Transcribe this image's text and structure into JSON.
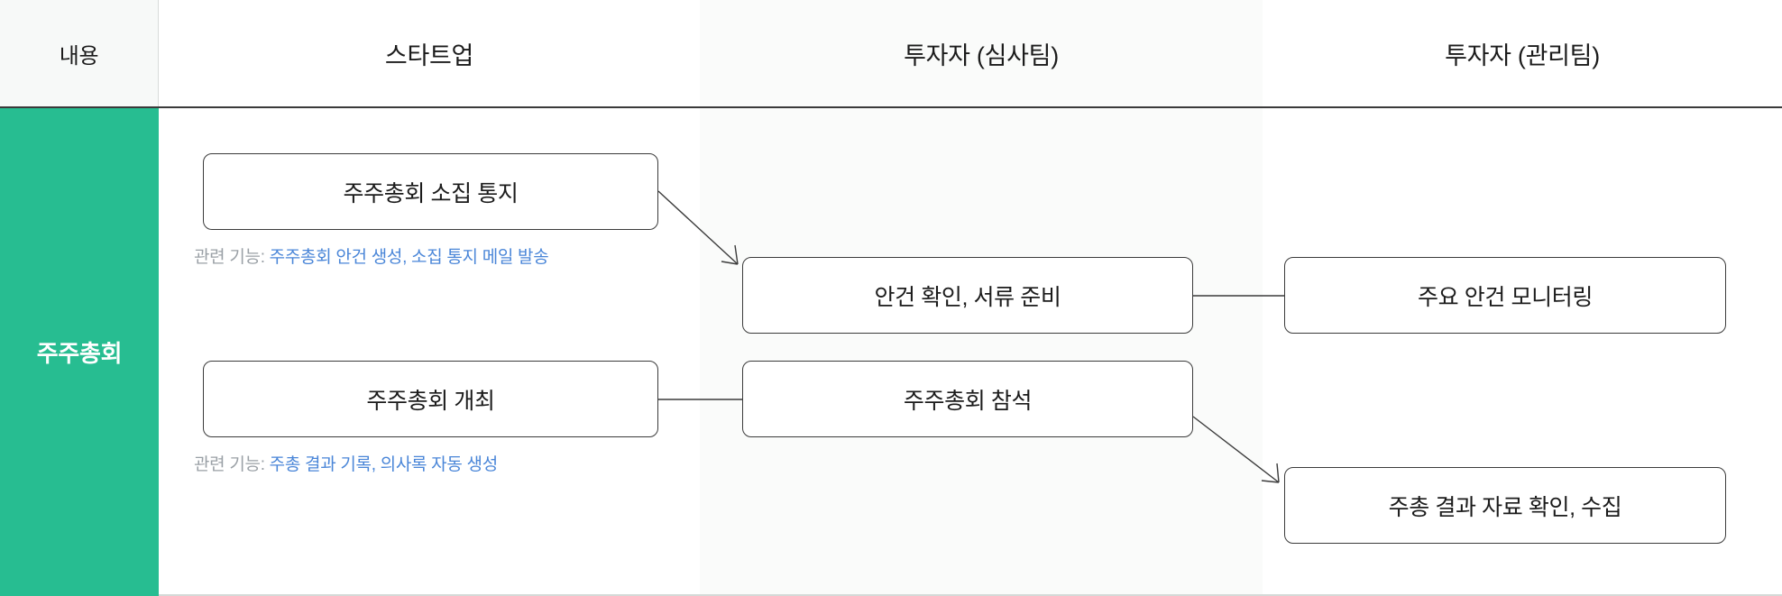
{
  "header": {
    "columns": [
      {
        "id": "contents",
        "label": "내용"
      },
      {
        "id": "startup",
        "label": "스타트업"
      },
      {
        "id": "review",
        "label": "투자자 (심사팀)"
      },
      {
        "id": "manage",
        "label": "투자자 (관리팀)"
      }
    ]
  },
  "stage": {
    "label": "주주총회",
    "color": "#27bd91"
  },
  "colors": {
    "accent_green": "#27bd91",
    "link_blue": "#4a86d8",
    "caption_gray": "#9aa0a6",
    "box_border": "#3b3b3b",
    "header_rule": "#3a3a3a",
    "band_tint": "#fafbfa"
  },
  "boxes": {
    "notice": {
      "label": "주주총회 소집 통지",
      "column": "startup"
    },
    "hold": {
      "label": "주주총회 개최",
      "column": "startup"
    },
    "agenda": {
      "label": "안건 확인, 서류 준비",
      "column": "review"
    },
    "attend": {
      "label": "주주총회 참석",
      "column": "review"
    },
    "monitor": {
      "label": "주요 안건 모니터링",
      "column": "manage"
    },
    "collect": {
      "label": "주총 결과 자료 확인, 수집",
      "column": "manage"
    }
  },
  "captions": {
    "notice": {
      "prefix": "관련 기능: ",
      "functions": "주주총회 안건 생성, 소집 통지 메일 발송"
    },
    "hold": {
      "prefix": "관련 기능: ",
      "functions": "주총 결과 기록, 의사록 자동 생성"
    }
  },
  "connectors": [
    {
      "id": "notice-to-agenda",
      "from": "notice",
      "to": "agenda",
      "style": "arrow"
    },
    {
      "id": "agenda-to-monitor",
      "from": "agenda",
      "to": "monitor",
      "style": "line"
    },
    {
      "id": "hold-to-attend",
      "from": "hold",
      "to": "attend",
      "style": "line"
    },
    {
      "id": "attend-to-collect",
      "from": "attend",
      "to": "collect",
      "style": "arrow"
    }
  ]
}
